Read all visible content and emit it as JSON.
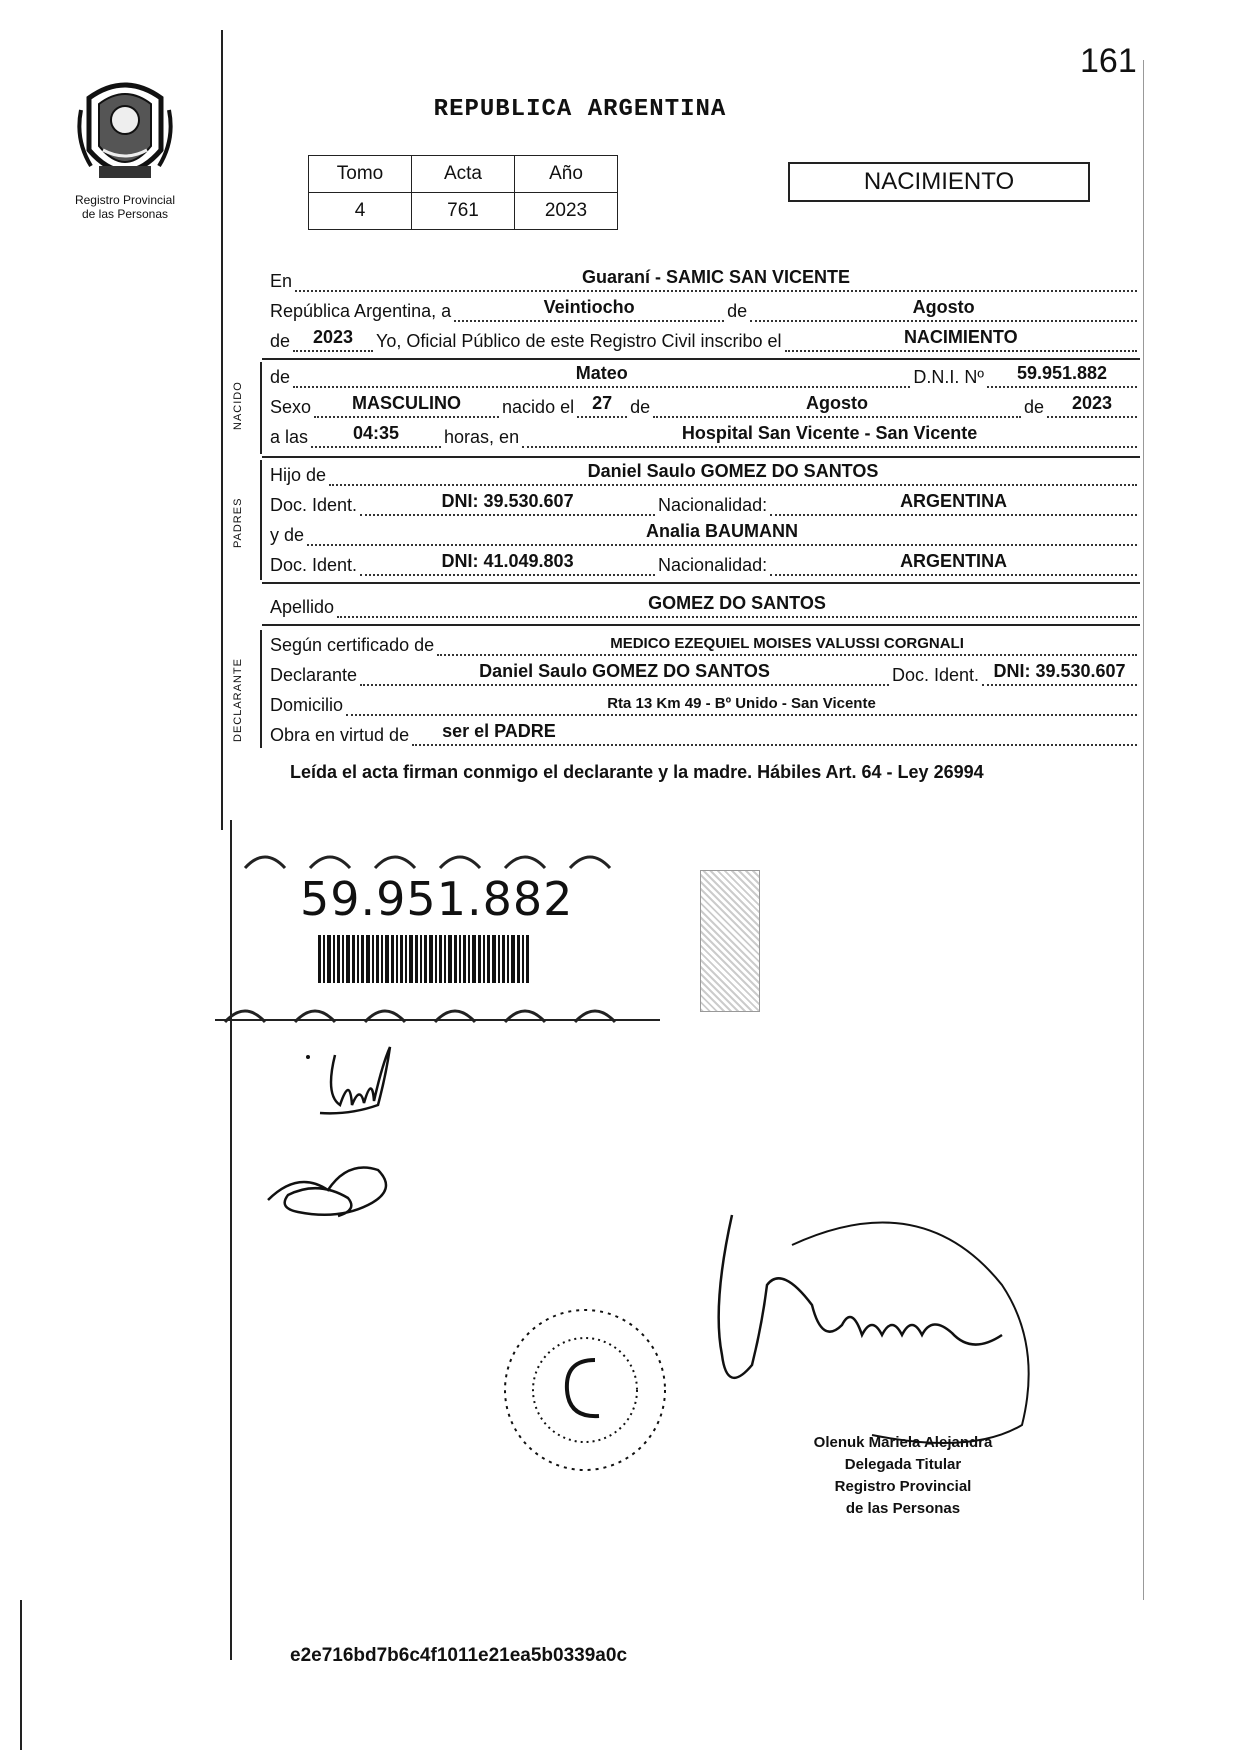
{
  "page_number": "161",
  "title": "REPUBLICA ARGENTINA",
  "registry": {
    "logo_icon": "provincia-misiones-crest-icon",
    "label_line1": "Registro Provincial",
    "label_line2": "de las Personas"
  },
  "record_table": {
    "headers": [
      "Tomo",
      "Acta",
      "Año"
    ],
    "values": [
      "4",
      "761",
      "2023"
    ]
  },
  "record_kind": "NACIMIENTO",
  "header_fields": {
    "en_label": "En",
    "en_value": "Guaraní - SAMIC SAN VICENTE",
    "republica_label": "República Argentina, a",
    "day_words": "Veintiocho",
    "de_label": "de",
    "month": "Agosto",
    "year_prefix": "de",
    "year": "2023",
    "inscribo_text": "Yo, Oficial Público de este Registro Civil inscribo el",
    "inscribo_value": "NACIMIENTO"
  },
  "sections": {
    "nacido": "NACIDO",
    "padres": "PADRES",
    "declarante": "DECLARANTE"
  },
  "nacido": {
    "de_label": "de",
    "name": "Mateo",
    "dni_label": "D.N.I. Nº",
    "dni": "59.951.882",
    "sexo_label": "Sexo",
    "sexo": "MASCULINO",
    "nacido_el_label": "nacido el",
    "birth_day": "27",
    "de_label2": "de",
    "birth_month": "Agosto",
    "de_label3": "de",
    "birth_year": "2023",
    "a_las_label": "a las",
    "time": "04:35",
    "horas_en_label": "horas, en",
    "place": "Hospital San Vicente - San Vicente"
  },
  "padres": {
    "hijo_de_label": "Hijo de",
    "father": "Daniel Saulo GOMEZ DO SANTOS",
    "doc_label": "Doc. Ident.",
    "father_doc": "DNI: 39.530.607",
    "nac_label": "Nacionalidad:",
    "father_nat": "ARGENTINA",
    "y_de_label": "y de",
    "mother": "Analia BAUMANN",
    "doc_label2": "Doc. Ident.",
    "mother_doc": "DNI: 41.049.803",
    "nac_label2": "Nacionalidad:",
    "mother_nat": "ARGENTINA"
  },
  "apellido": {
    "label": "Apellido",
    "value": "GOMEZ DO SANTOS"
  },
  "declarante": {
    "cert_label": "Según certificado de",
    "cert_value": "MEDICO EZEQUIEL MOISES VALUSSI CORGNALI",
    "decl_label": "Declarante",
    "decl_value": "Daniel Saulo GOMEZ DO SANTOS",
    "doc_label": "Doc. Ident.",
    "doc_value": "DNI: 39.530.607",
    "dom_label": "Domicilio",
    "dom_value": "Rta 13 Km 49 - Bº Unido - San Vicente",
    "obra_label": "Obra en virtud de",
    "obra_value": "ser el PADRE"
  },
  "note": "Leída el acta firman conmigo el declarante y la madre. Hábiles  Art. 64 - Ley 26994",
  "barcode": {
    "number": "59.951.882"
  },
  "official": {
    "line1": "Olenuk Mariela Alejandra",
    "line2": "Delegada Titular",
    "line3": "Registro Provincial",
    "line4": "de las Personas"
  },
  "hash": "e2e716bd7b6c4f1011e21ea5b0339a0c"
}
